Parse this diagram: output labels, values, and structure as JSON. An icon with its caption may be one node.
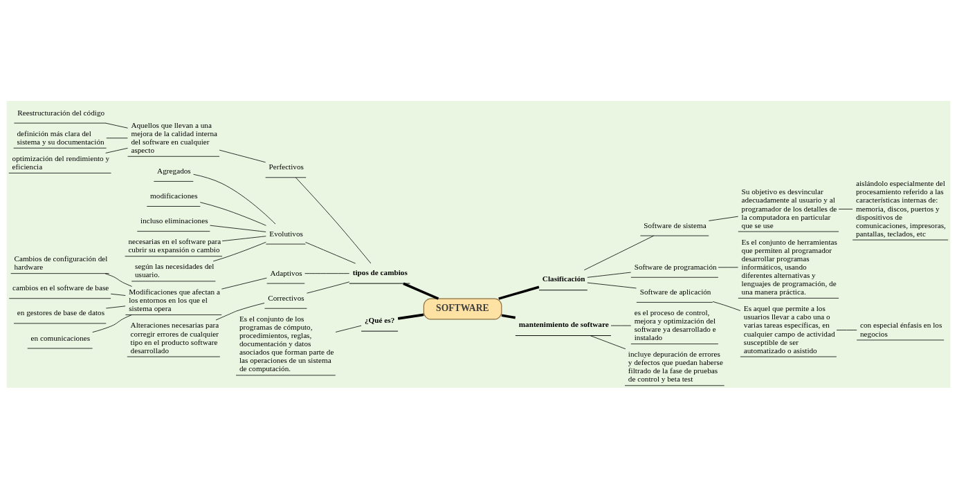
{
  "diagram": {
    "nodes": [
      {
        "text": [
          "SOFTWARE"
        ]
      },
      {
        "text": [
          "tipos de cambios"
        ]
      },
      {
        "text": [
          "Perfectivos"
        ]
      },
      {
        "text": [
          "Aquellos que llevan a una mejora de la calidad interna del software en cualquier aspecto"
        ]
      },
      {
        "text": [
          "Reestructuración del código"
        ]
      },
      {
        "text": [
          "definición más clara del sistema y su documentación"
        ]
      },
      {
        "text": [
          "optimización del rendimiento y eficiencia"
        ]
      },
      {
        "text": [
          "Evolutivos"
        ]
      },
      {
        "text": [
          "Agregados"
        ]
      },
      {
        "text": [
          "modificaciones"
        ]
      },
      {
        "text": [
          "incluso eliminaciones"
        ]
      },
      {
        "text": [
          "necesarias en el software para cubrir su expansión o cambio"
        ]
      },
      {
        "text": [
          "según las necesidades del usuario."
        ]
      },
      {
        "text": [
          "Adaptivos"
        ]
      },
      {
        "text": [
          "Modificaciones que afectan a los entornos en los que el sistema opera"
        ]
      },
      {
        "text": [
          "Cambios de configuración del hardware"
        ]
      },
      {
        "text": [
          "cambios en el software de base"
        ]
      },
      {
        "text": [
          "en gestores de base de datos"
        ]
      },
      {
        "text": [
          "en comunicaciones"
        ]
      },
      {
        "text": [
          "Correctivos"
        ]
      },
      {
        "text": [
          "Alteraciones necesarias para corregir errores de cualquier tipo en el producto software desarrollado"
        ]
      },
      {
        "text": [
          "Clasificación"
        ]
      },
      {
        "text": [
          "Software de sistema"
        ]
      },
      {
        "text": [
          "Su objetivo es desvincular adecuadamente al usuario y al programador de los detalles de la computadora en particular que se use"
        ]
      },
      {
        "text": [
          "aislándolo especialmente del procesamiento referido a las características internas de: memoria, discos, puertos y dispositivos de comunicaciones, impresoras, pantallas, teclados, etc"
        ]
      },
      {
        "text": [
          "Software de programación"
        ]
      },
      {
        "text": [
          "Es el conjunto de herramientas que permiten al programador desarrollar programas informáticos, usando diferentes alternativas y lenguajes de programación, de una manera práctica."
        ]
      },
      {
        "text": [
          "Software de aplicación"
        ]
      },
      {
        "text": [
          "Es aquel que permite a los usuarios llevar a cabo una o varias tareas específicas, en cualquier campo de actividad susceptible de ser automatizado o asistido"
        ]
      },
      {
        "text": [
          "con especial énfasis en los negocios"
        ]
      },
      {
        "text": [
          "mantenimiento de software"
        ]
      },
      {
        "text": [
          "es el proceso de control, mejora y optimización del software ya desarrollado e instalado"
        ]
      },
      {
        "text": [
          "incluye depuración de errores y defectos que puedan haberse filtrado de la fase de pruebas de control y beta test"
        ]
      },
      {
        "text": [
          "¿Qué es?"
        ]
      },
      {
        "text": [
          "Es el conjunto de los programas de cómputo, procedimientos, reglas, documentación y datos asociados que forman parte de las operaciones de un sistema de computación."
        ]
      }
    ],
    "edges": [
      {
        "from": 1,
        "to": 0,
        "arrow": "none",
        "style": "thick"
      },
      {
        "from": 2,
        "to": 1,
        "arrow": "none"
      },
      {
        "from": 3,
        "to": 2,
        "arrow": "none"
      },
      {
        "from": 4,
        "to": 3,
        "arrow": "none"
      },
      {
        "from": 5,
        "to": 3,
        "arrow": "none"
      },
      {
        "from": 6,
        "to": 3,
        "arrow": "none"
      },
      {
        "from": 7,
        "to": 1,
        "arrow": "none"
      },
      {
        "from": 8,
        "to": 7,
        "arrow": "none"
      },
      {
        "from": 9,
        "to": 7,
        "arrow": "none"
      },
      {
        "from": 10,
        "to": 7,
        "arrow": "none"
      },
      {
        "from": 11,
        "to": 7,
        "arrow": "none"
      },
      {
        "from": 12,
        "to": 7,
        "arrow": "none"
      },
      {
        "from": 13,
        "to": 1,
        "arrow": "none"
      },
      {
        "from": 14,
        "to": 13,
        "arrow": "none"
      },
      {
        "from": 15,
        "to": 14,
        "arrow": "none"
      },
      {
        "from": 16,
        "to": 14,
        "arrow": "none"
      },
      {
        "from": 17,
        "to": 14,
        "arrow": "none"
      },
      {
        "from": 18,
        "to": 14,
        "arrow": "none"
      },
      {
        "from": 19,
        "to": 1,
        "arrow": "none"
      },
      {
        "from": 20,
        "to": 19,
        "arrow": "none"
      },
      {
        "from": 0,
        "to": 21,
        "arrow": "none",
        "style": "thick"
      },
      {
        "from": 21,
        "to": 22,
        "arrow": "none"
      },
      {
        "from": 22,
        "to": 23,
        "arrow": "none"
      },
      {
        "from": 23,
        "to": 24,
        "arrow": "none"
      },
      {
        "from": 21,
        "to": 25,
        "arrow": "none"
      },
      {
        "from": 25,
        "to": 26,
        "arrow": "none"
      },
      {
        "from": 21,
        "to": 27,
        "arrow": "none"
      },
      {
        "from": 27,
        "to": 28,
        "arrow": "none"
      },
      {
        "from": 28,
        "to": 29,
        "arrow": "none"
      },
      {
        "from": 0,
        "to": 30,
        "arrow": "none",
        "style": "thick"
      },
      {
        "from": 30,
        "to": 31,
        "arrow": "none"
      },
      {
        "from": 30,
        "to": 32,
        "arrow": "none"
      },
      {
        "from": 33,
        "to": 0,
        "arrow": "none",
        "style": "thick"
      },
      {
        "from": 34,
        "to": 33,
        "arrow": "none"
      }
    ]
  }
}
